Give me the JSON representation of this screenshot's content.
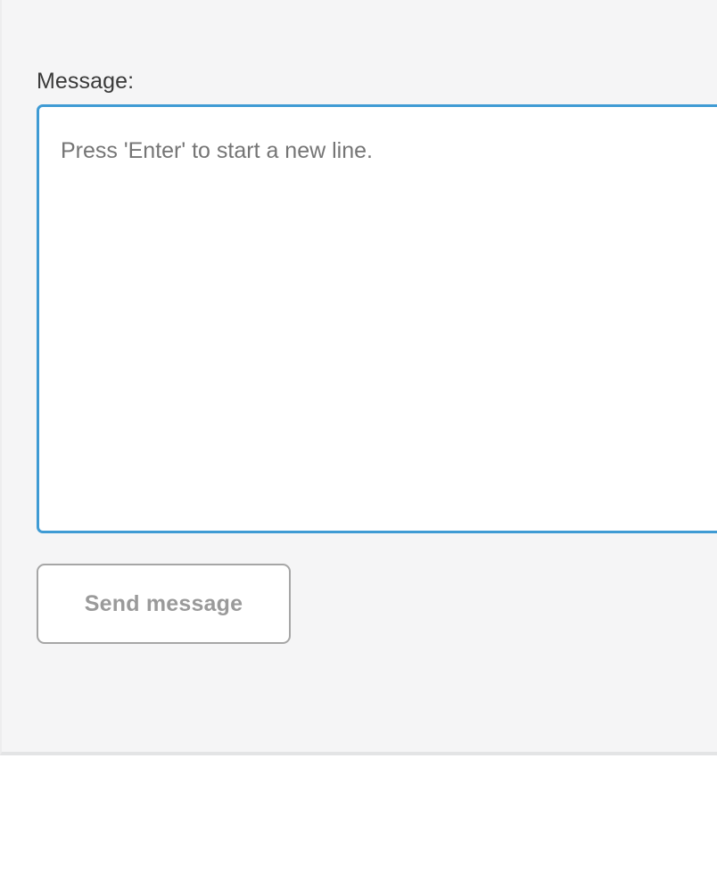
{
  "panel": {
    "background_color": "#f5f5f6",
    "divider_color": "#e3e4e5"
  },
  "form": {
    "label": "Message:",
    "textarea": {
      "value": "",
      "placeholder": "Press 'Enter' to start a new line.",
      "border_color": "#3f9bd4",
      "text_color": "#757575",
      "focused": true
    },
    "submit": {
      "label": "Send message",
      "text_color": "#9a9a9a",
      "border_color": "#a6a6a6"
    }
  }
}
